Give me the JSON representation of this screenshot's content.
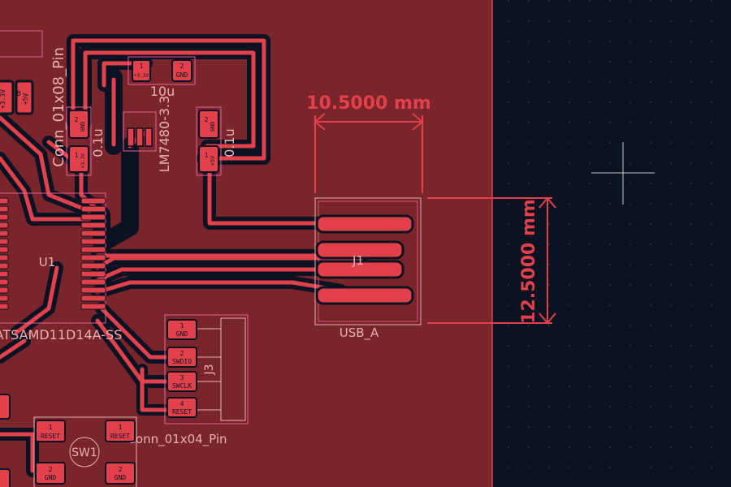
{
  "colors": {
    "background": "#0b1222",
    "copper_fill": "#7a252b",
    "track": "#e2414b",
    "silkscreen": "#e8b1b3",
    "pad_outline": "#e85d96",
    "dimension": "#e2414b",
    "crosshair": "#c8c8c8"
  },
  "dimensions": {
    "width": "10.5000 mm",
    "height": "12.5000 mm"
  },
  "labels": {
    "conn_pin8": "Conn_01x08_Pin",
    "cap_10u": "10u",
    "reg": "LM7480-3.3",
    "cap_01u_left": "0.1u",
    "cap_01u_right": "0.1u",
    "u1": "U1",
    "mcu": "ATSAMD11D14A-SS",
    "j1": "J1",
    "usb": "USB_A",
    "j3": "J3",
    "conn_pin4": "Conn_01x04_Pin",
    "sw1": "SW1"
  },
  "pads": {
    "p_33v": "+3.3V",
    "p_5v": "+5V",
    "p8": "8",
    "c10_1": "1",
    "c10_2": "2",
    "c10_gnd": "GND",
    "c10_33": "+3.3V",
    "cl_gnd": "GND",
    "cl_33": "+3.3V",
    "cl_1": "1",
    "cl_2": "2",
    "cr_gnd": "GND",
    "cr_5v": "+5V",
    "cr_1": "1",
    "cr_2": "2",
    "j3_1n": "1",
    "j3_1": "GND",
    "j3_2n": "2",
    "j3_2": "SWDIO",
    "j3_3n": "3",
    "j3_3": "SWCLK",
    "j3_4n": "4",
    "j3_4": "RESET",
    "sw_1a": "1",
    "sw_1b": "1",
    "sw_reset_a": "RESET",
    "sw_reset_b": "RESET",
    "sw_2a": "2",
    "sw_2b": "2",
    "sw_gnd_a": "GND",
    "sw_gnd_b": "GND"
  }
}
